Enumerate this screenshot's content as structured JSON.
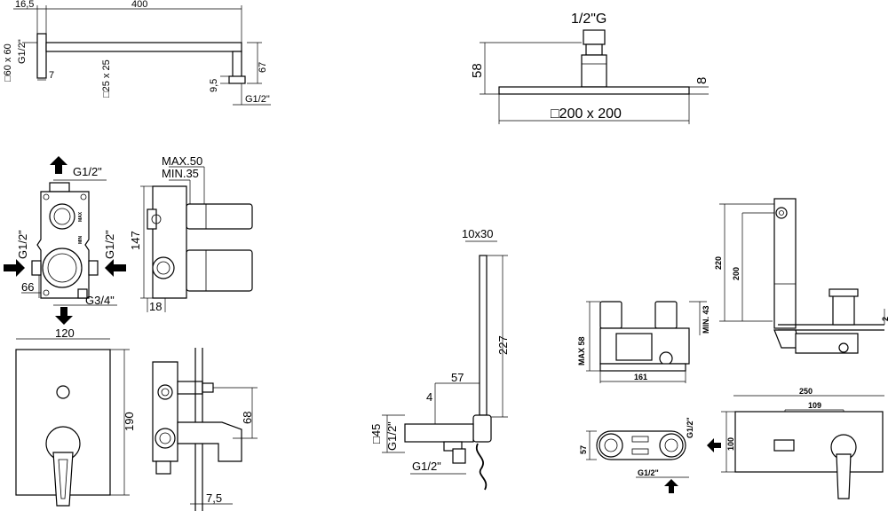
{
  "shower_arm": {
    "dim_offset": "16,5",
    "dim_length": "400",
    "dim_wall_plate": "□60 x 60",
    "dim_wall_thread": "G1/2\"",
    "dim_tube": "□25 x 25",
    "dim_plate_depth": "7",
    "dim_end": "9,5",
    "dim_drop": "67",
    "dim_outlet": "G1/2\""
  },
  "shower_head": {
    "dim_connection": "1/2\"G",
    "dim_height": "58",
    "dim_thickness": "8",
    "dim_size": "□200 x 200"
  },
  "valve_body": {
    "dim_top": "G1/2\"",
    "dim_left": "G1/2\"",
    "dim_right": "G1/2\"",
    "dim_center": "66",
    "dim_bottom": "G3/4\"",
    "mark_max": "MAX",
    "mark_min": "MIN"
  },
  "valve_side": {
    "dim_max": "MAX.50",
    "dim_min": "MIN.35",
    "dim_height": "147",
    "dim_base": "18"
  },
  "trim_plate": {
    "dim_width": "120",
    "dim_height": "190"
  },
  "installed_side": {
    "dim_handle": "68",
    "dim_plate": "7,5"
  },
  "hand_shower": {
    "dim_bar": "10x30",
    "dim_length": "227",
    "dim_reach": "57",
    "dim_gap": "4",
    "dim_plate": "□45",
    "dim_inlet": "G1/2\"",
    "dim_outlet": "G1/2\""
  },
  "basin_mixer_front": {
    "dim_max": "MAX 58",
    "dim_min": "MIN. 43",
    "dim_width": "161"
  },
  "basin_mixer_top": {
    "dim_inlet_top": "G1/2\"",
    "dim_depth": "57",
    "dim_inlet_bottom": "G1/2\""
  },
  "spout_side": {
    "dim_outer": "220",
    "dim_inner": "200",
    "dim_plate": "2"
  },
  "spout_front": {
    "dim_width": "250",
    "dim_spacing": "109",
    "dim_height": "100"
  }
}
